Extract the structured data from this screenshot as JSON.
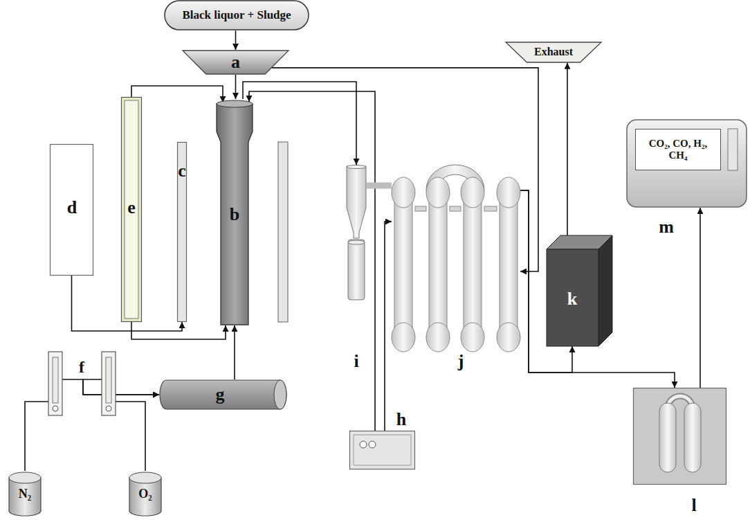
{
  "diagram": {
    "nodes": [
      {
        "text": [
          "Black liquor + Sludge"
        ]
      },
      {
        "text": [
          "a"
        ]
      },
      {
        "text": [
          "Exhaust"
        ]
      },
      {
        "text": [
          "d"
        ]
      },
      {
        "text": [
          "e"
        ]
      },
      {
        "text": [
          "c"
        ]
      },
      {
        "text": [
          "b"
        ]
      },
      {
        "text": [
          "i"
        ]
      },
      {
        "text": [
          "j"
        ]
      },
      {
        "text": [
          "m"
        ]
      },
      {
        "text": [
          "CO₂, CO, H₂, CH₄"
        ],
        "in": 9
      },
      {
        "text": [
          "k"
        ]
      },
      {
        "text": [
          "g"
        ]
      },
      {
        "text": [
          "h"
        ]
      },
      {
        "text": [
          "l"
        ]
      },
      {
        "text": [
          "N₂"
        ]
      },
      {
        "text": [
          "O₂"
        ]
      }
    ],
    "edges": [
      {
        "from": 0,
        "to": 1,
        "arrow": "to"
      },
      {
        "from": 1,
        "to": 6,
        "arrow": "to"
      },
      {
        "from": 1,
        "to": 8,
        "arrow": "to"
      },
      {
        "from": 6,
        "to": 7,
        "arrow": "to"
      },
      {
        "from": 13,
        "to": 6,
        "arrow": "to"
      },
      {
        "from": 4,
        "to": 6,
        "arrow": "to"
      },
      {
        "from": 4,
        "to": 6,
        "arrow": "to"
      },
      {
        "from": 3,
        "to": 5,
        "arrow": "to"
      },
      {
        "from": 12,
        "to": 6,
        "arrow": "to"
      },
      {
        "from": 15,
        "to": 12,
        "arrow": "to"
      },
      {
        "from": 16,
        "to": 12,
        "arrow": "to"
      },
      {
        "from": 7,
        "to": 8,
        "arrow": "none"
      },
      {
        "from": 13,
        "to": 8,
        "arrow": "to"
      },
      {
        "from": 8,
        "to": 11,
        "arrow": "to"
      },
      {
        "from": 8,
        "to": 14,
        "arrow": "to"
      },
      {
        "from": 14,
        "to": 9,
        "arrow": "to"
      },
      {
        "from": 11,
        "to": 2,
        "arrow": "to"
      }
    ],
    "labels": [
      "f"
    ]
  }
}
